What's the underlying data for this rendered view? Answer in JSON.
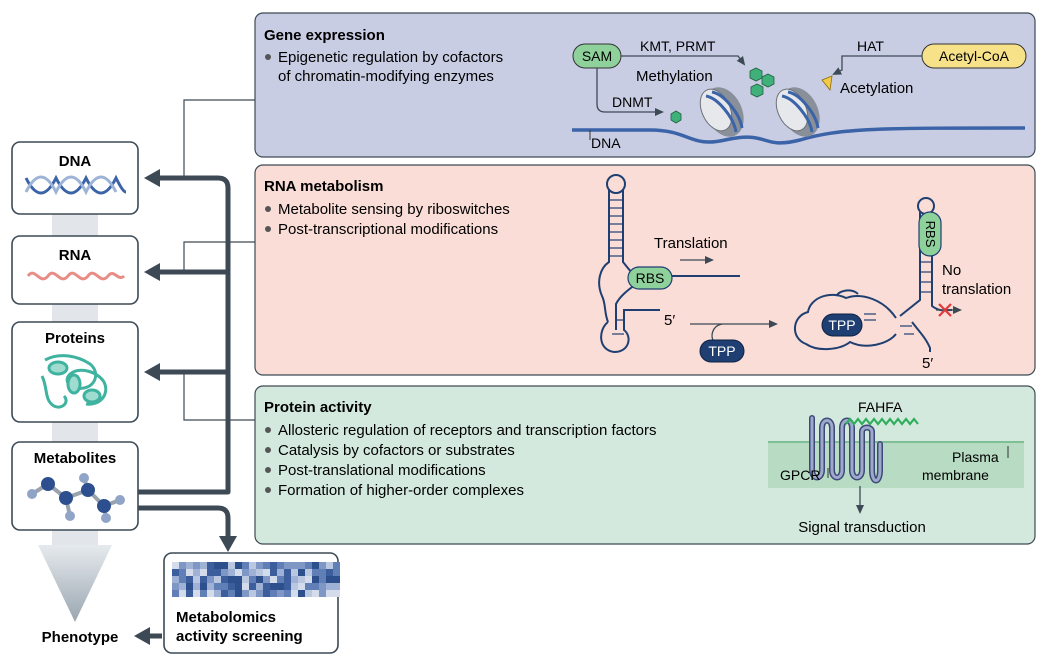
{
  "colors": {
    "gene_panel": "#c9cde4",
    "rna_panel": "#f9ddd6",
    "protein_panel": "#d4e9dd",
    "arrow": "#3d4a55",
    "dna_blue": "#3b63a8",
    "green": "#7cc68b",
    "navy": "#1f3f72"
  },
  "left_column": {
    "dna": "DNA",
    "rna": "RNA",
    "proteins": "Proteins",
    "metabolites": "Metabolites",
    "phenotype": "Phenotype",
    "screening_line1": "Metabolomics",
    "screening_line2": "activity screening"
  },
  "gene": {
    "title": "Gene expression",
    "bullet1_line1": "Epigenetic regulation by cofactors",
    "bullet1_line2": "of chromatin-modifying enzymes",
    "sam": "SAM",
    "kmt_prmt": "KMT, PRMT",
    "methylation": "Methylation",
    "dnmt": "DNMT",
    "dna": "DNA",
    "hat": "HAT",
    "acetyl_coa": "Acetyl-CoA",
    "acetylation": "Acetylation"
  },
  "rna": {
    "title": "RNA metabolism",
    "bullet1": "Metabolite sensing by riboswitches",
    "bullet2": "Post-transcriptional modifications",
    "translation": "Translation",
    "rbs": "RBS",
    "five_prime": "5′",
    "tpp": "TPP",
    "no": "No",
    "translation2": "translation"
  },
  "protein": {
    "title": "Protein activity",
    "bullet1": "Allosteric regulation of receptors and transcription factors",
    "bullet2": "Catalysis by cofactors or substrates",
    "bullet3": "Post-translational modifications",
    "bullet4": "Formation of higher-order complexes",
    "fahfa": "FAHFA",
    "gpcr": "GPCR",
    "plasma": "Plasma",
    "membrane": "membrane",
    "signal": "Signal transduction"
  }
}
